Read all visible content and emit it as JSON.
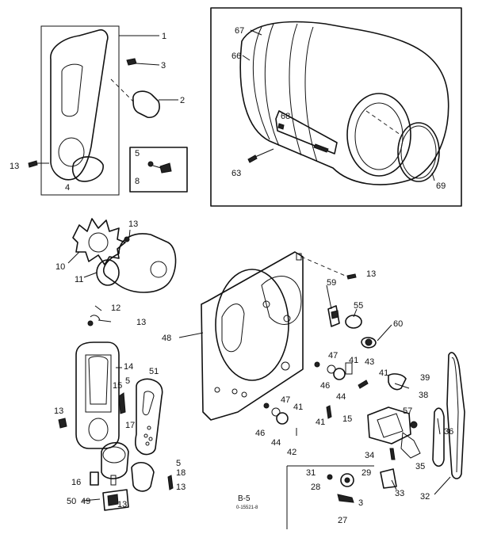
{
  "diagram": {
    "caption": "B-5",
    "caption_code": "0-15521-8",
    "callouts": [
      {
        "id": "c1",
        "text": "1"
      },
      {
        "id": "c3",
        "text": "3"
      },
      {
        "id": "c2",
        "text": "2"
      },
      {
        "id": "c13a",
        "text": "13"
      },
      {
        "id": "c4",
        "text": "4"
      },
      {
        "id": "c5a",
        "text": "5"
      },
      {
        "id": "c8",
        "text": "8"
      },
      {
        "id": "c67",
        "text": "67"
      },
      {
        "id": "c66",
        "text": "66"
      },
      {
        "id": "c68",
        "text": "68"
      },
      {
        "id": "c63",
        "text": "63"
      },
      {
        "id": "c69",
        "text": "69"
      },
      {
        "id": "c13b",
        "text": "13"
      },
      {
        "id": "c10",
        "text": "10"
      },
      {
        "id": "c11",
        "text": "11"
      },
      {
        "id": "c13c",
        "text": "13"
      },
      {
        "id": "c59",
        "text": "59"
      },
      {
        "id": "c55",
        "text": "55"
      },
      {
        "id": "c60",
        "text": "60"
      },
      {
        "id": "c48",
        "text": "48"
      },
      {
        "id": "c12",
        "text": "12"
      },
      {
        "id": "c13d",
        "text": "13"
      },
      {
        "id": "c14",
        "text": "14"
      },
      {
        "id": "c51",
        "text": "51"
      },
      {
        "id": "c15a",
        "text": "15"
      },
      {
        "id": "c13e",
        "text": "13"
      },
      {
        "id": "c5b",
        "text": "5"
      },
      {
        "id": "c17",
        "text": "17"
      },
      {
        "id": "c47a",
        "text": "47"
      },
      {
        "id": "c41a",
        "text": "41"
      },
      {
        "id": "c46a",
        "text": "46"
      },
      {
        "id": "c43",
        "text": "43"
      },
      {
        "id": "c44a",
        "text": "44"
      },
      {
        "id": "c41b",
        "text": "41"
      },
      {
        "id": "c39",
        "text": "39"
      },
      {
        "id": "c38",
        "text": "38"
      },
      {
        "id": "c47b",
        "text": "47"
      },
      {
        "id": "c41c",
        "text": "41"
      },
      {
        "id": "c46b",
        "text": "46"
      },
      {
        "id": "c44b",
        "text": "44"
      },
      {
        "id": "c15b",
        "text": "15"
      },
      {
        "id": "c41d",
        "text": "41"
      },
      {
        "id": "c42",
        "text": "42"
      },
      {
        "id": "c57",
        "text": "57"
      },
      {
        "id": "c36",
        "text": "36"
      },
      {
        "id": "c34",
        "text": "34"
      },
      {
        "id": "c35",
        "text": "35"
      },
      {
        "id": "c32",
        "text": "32"
      },
      {
        "id": "c16",
        "text": "16"
      },
      {
        "id": "c5c",
        "text": "5"
      },
      {
        "id": "c18",
        "text": "18"
      },
      {
        "id": "c13f",
        "text": "13"
      },
      {
        "id": "c50",
        "text": "50"
      },
      {
        "id": "c49",
        "text": "49"
      },
      {
        "id": "c13g",
        "text": "13"
      },
      {
        "id": "c31",
        "text": "31"
      },
      {
        "id": "c28",
        "text": "28"
      },
      {
        "id": "c29",
        "text": "29"
      },
      {
        "id": "c33",
        "text": "33"
      },
      {
        "id": "c3b",
        "text": "3"
      },
      {
        "id": "c27",
        "text": "27"
      }
    ]
  }
}
